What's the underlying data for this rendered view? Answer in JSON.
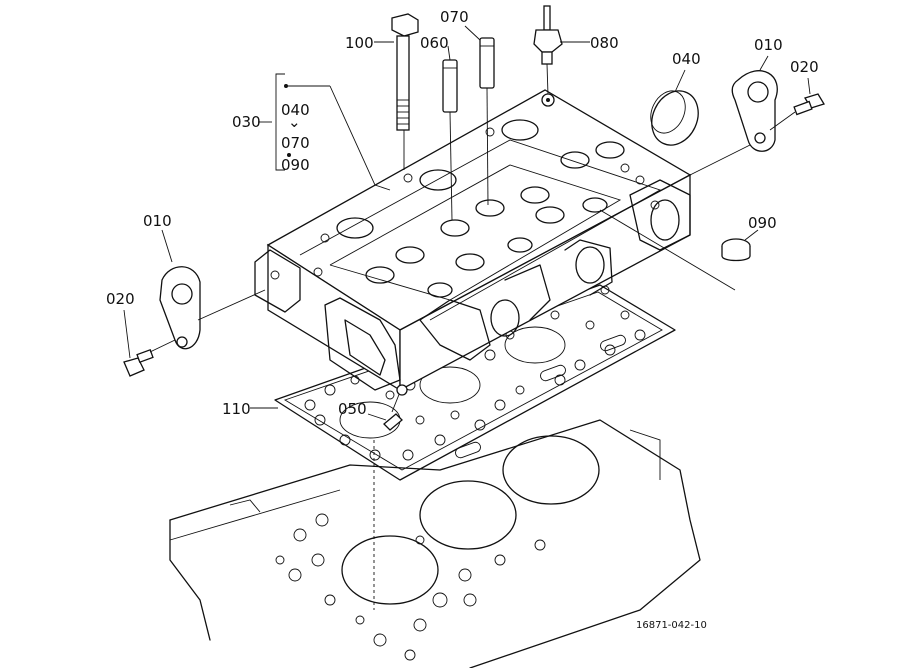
{
  "labels": {
    "p100": "100",
    "p070_top": "070",
    "p060": "060",
    "p080": "080",
    "p040": "040",
    "p010_right": "010",
    "p020_right": "020",
    "p030": "030",
    "kit_040": "040",
    "kit_070": "070",
    "kit_090": "090",
    "p090": "090",
    "p010_left": "010",
    "p020_left": "020",
    "p110": "110",
    "p050": "050"
  },
  "figure_ref": "16871-042-10"
}
